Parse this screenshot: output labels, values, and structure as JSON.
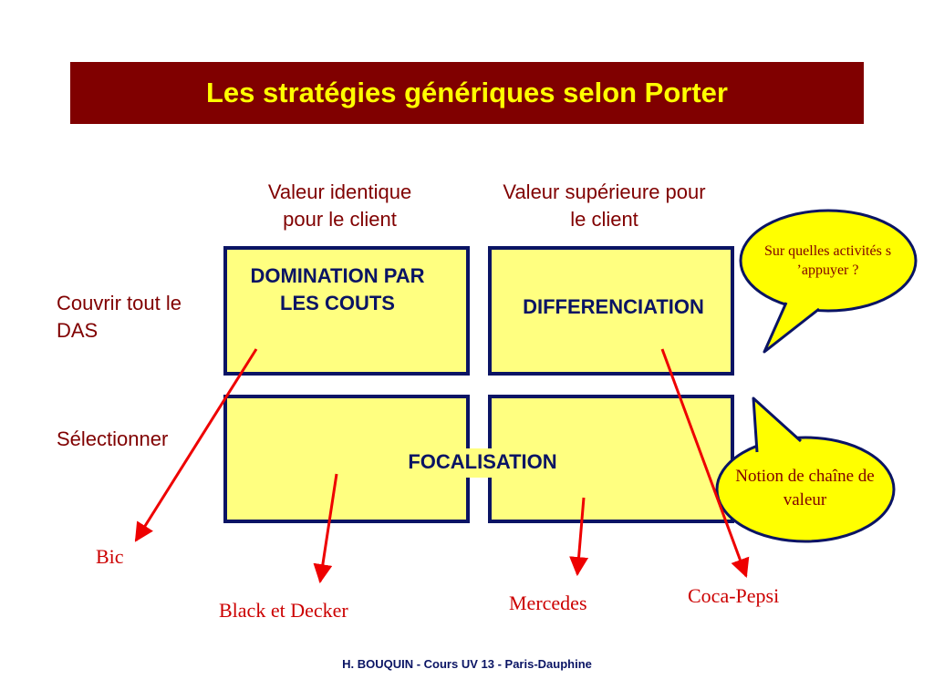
{
  "title": "Les stratégies génériques selon Porter",
  "columns": {
    "identique": "Valeur identique pour le client",
    "superieure": "Valeur supérieure pour le client"
  },
  "rows": {
    "couvrir": "Couvrir tout le DAS",
    "selectionner": "Sélectionner"
  },
  "boxes": {
    "domination": "DOMINATION PAR LES COUTS",
    "differenciation": "DIFFERENCIATION",
    "focalisation": "FOCALISATION"
  },
  "examples": {
    "bic": "Bic",
    "black_decker": "Black et Decker",
    "mercedes": "Mercedes",
    "coca_pepsi": "Coca-Pepsi"
  },
  "bubbles": {
    "activites": "Sur quelles activités s ’appuyer ?",
    "chaine": "Notion de chaîne de valeur"
  },
  "footer": "H. BOUQUIN - Cours UV 13 - Paris-Dauphine",
  "colors": {
    "title_bg": "#800000",
    "title_text": "#ffff00",
    "box_fill": "#ffff80",
    "box_border": "#0a1464",
    "arrow": "#ee0000",
    "label_red": "#800000"
  }
}
